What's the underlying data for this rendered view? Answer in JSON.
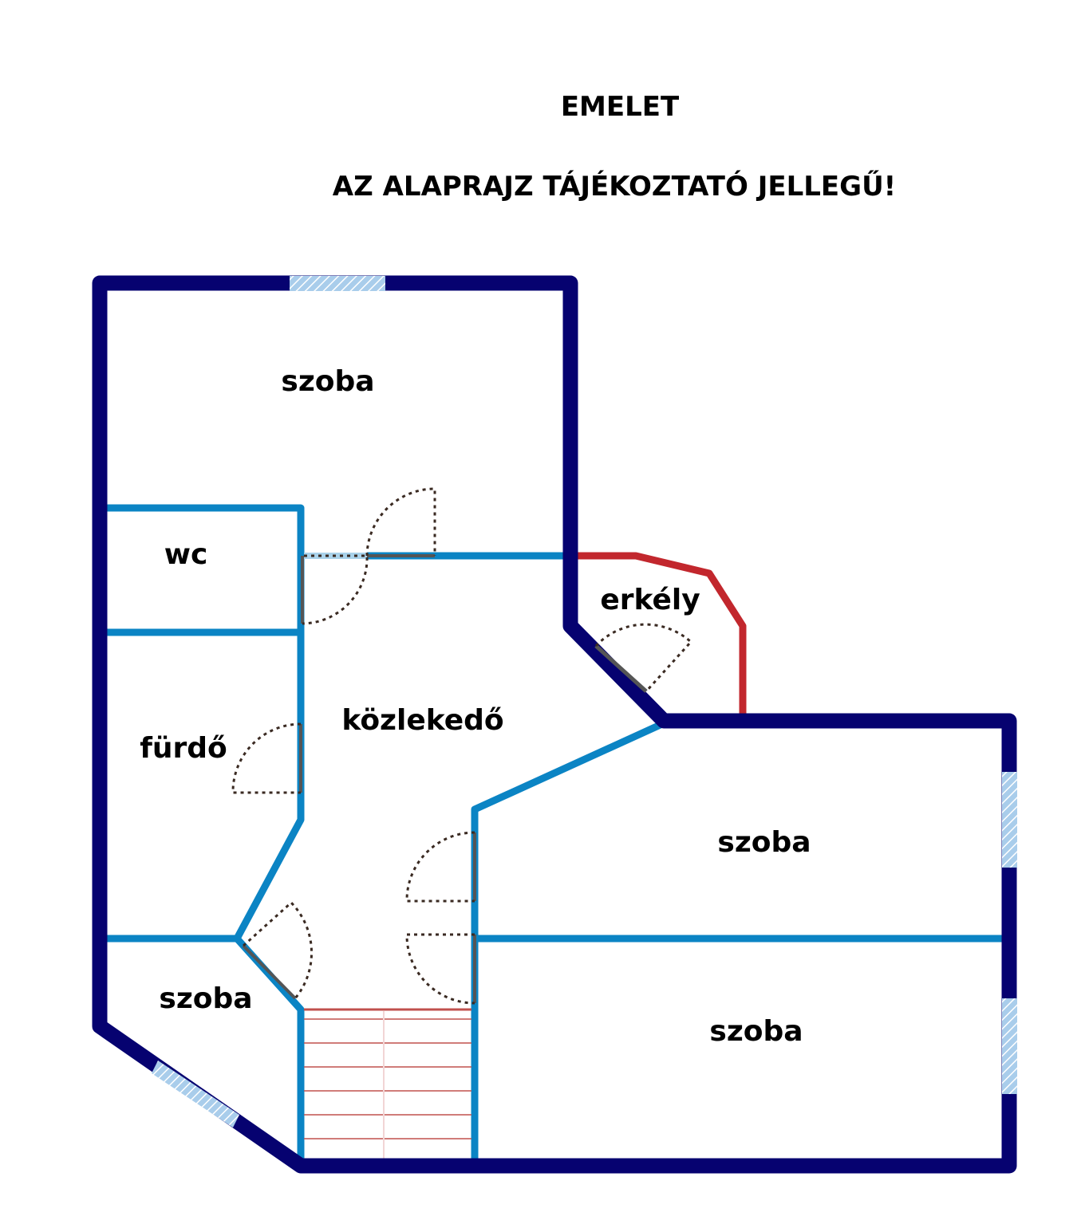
{
  "header": {
    "floor_title": "EMELET",
    "disclaimer": "AZ ALAPRAJZ TÁJÉKOZTATÓ JELLEGŰ!"
  },
  "rooms": {
    "top_room": "szoba",
    "wc": "wc",
    "balcony": "erkély",
    "hallway": "közlekedő",
    "bathroom": "fürdő",
    "right_upper_room": "szoba",
    "small_room": "szoba",
    "right_lower_room": "szoba"
  },
  "colors": {
    "exterior_wall": "#060270",
    "interior_wall": "#0b84c4",
    "balcony_rail": "#c2272d",
    "window": "#8ab9e0",
    "door_swing": "#3a2a22",
    "door_leaf": "#555555",
    "stairs": "#c0504d"
  }
}
